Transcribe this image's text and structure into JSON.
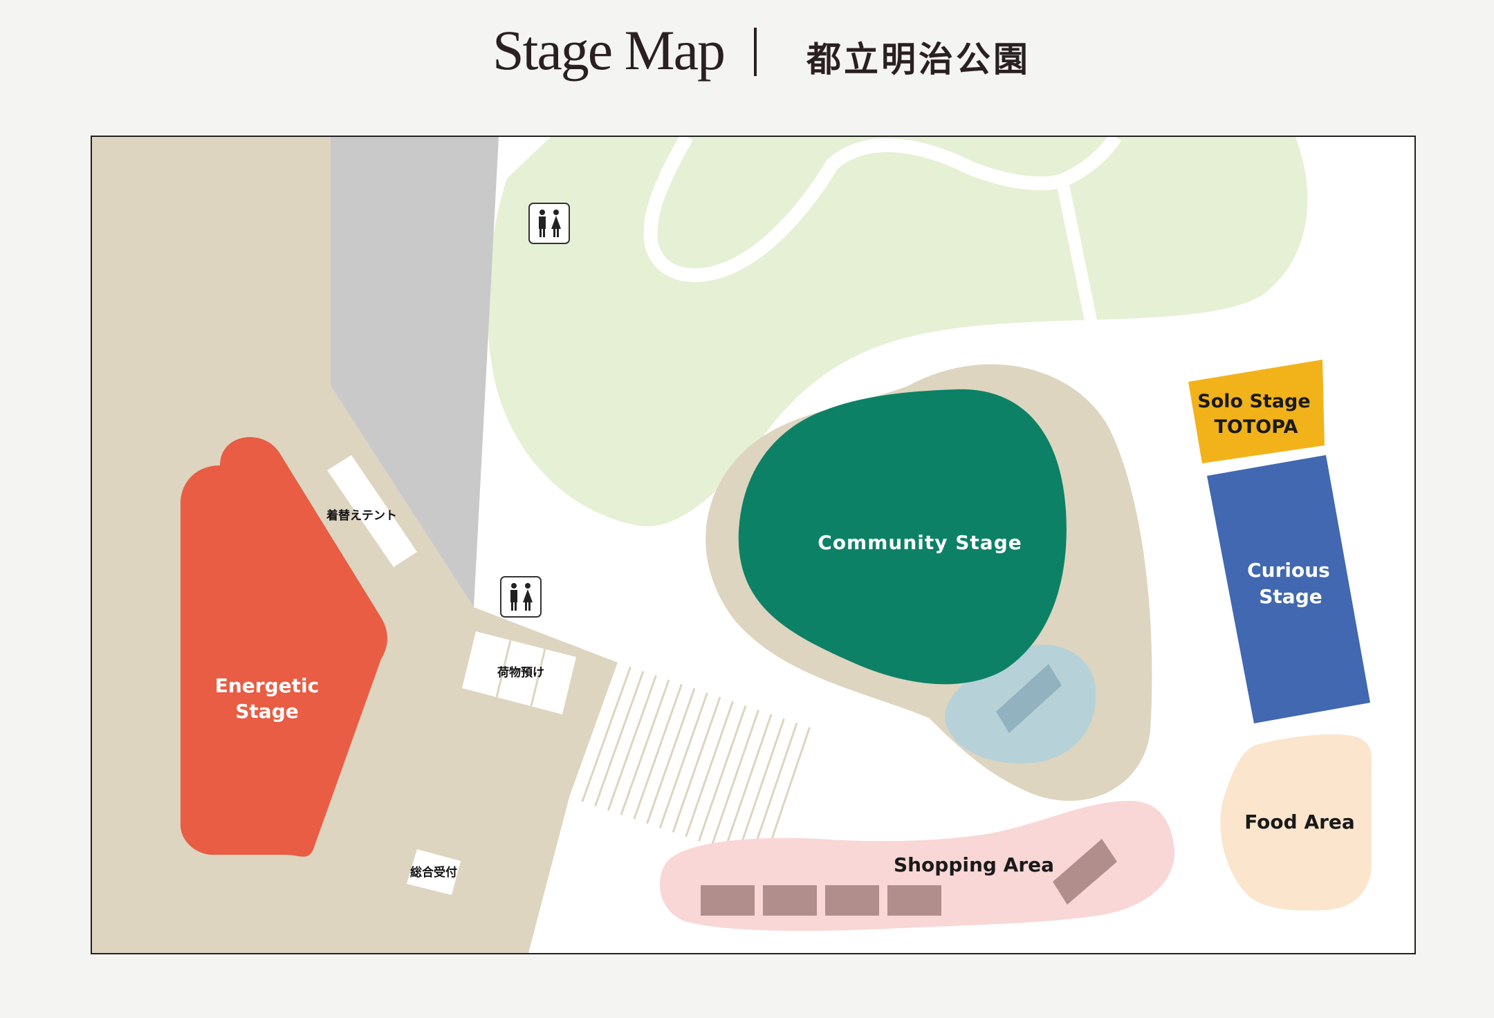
{
  "header": {
    "title": "Stage Map",
    "location": "都立明治公園"
  },
  "map": {
    "areas": {
      "energetic_stage": {
        "line1": "Energetic",
        "line2": "Stage"
      },
      "community_stage": {
        "label": "Community Stage"
      },
      "solo_stage": {
        "line1": "Solo Stage",
        "line2": "TOTOPA"
      },
      "curious_stage": {
        "line1": "Curious",
        "line2": "Stage"
      },
      "food_area": {
        "label": "Food Area"
      },
      "shopping_area": {
        "label": "Shopping Area"
      }
    },
    "facilities": {
      "changing_tent": "着替えテント",
      "baggage": "荷物預け",
      "reception": "総合受付"
    },
    "icons": [
      "restroom-icon",
      "restroom-icon"
    ],
    "colors": {
      "energetic": "#e85d44",
      "community": "#0d8166",
      "solo": "#f2b31a",
      "curious": "#4168b0",
      "food": "#fbe6cd",
      "shopping": "#f8d7d6",
      "plaza": "#ddd5c0",
      "lawn": "#e6f0d4",
      "road": "#c9c9c9",
      "pond": "#b6d2d8"
    }
  }
}
